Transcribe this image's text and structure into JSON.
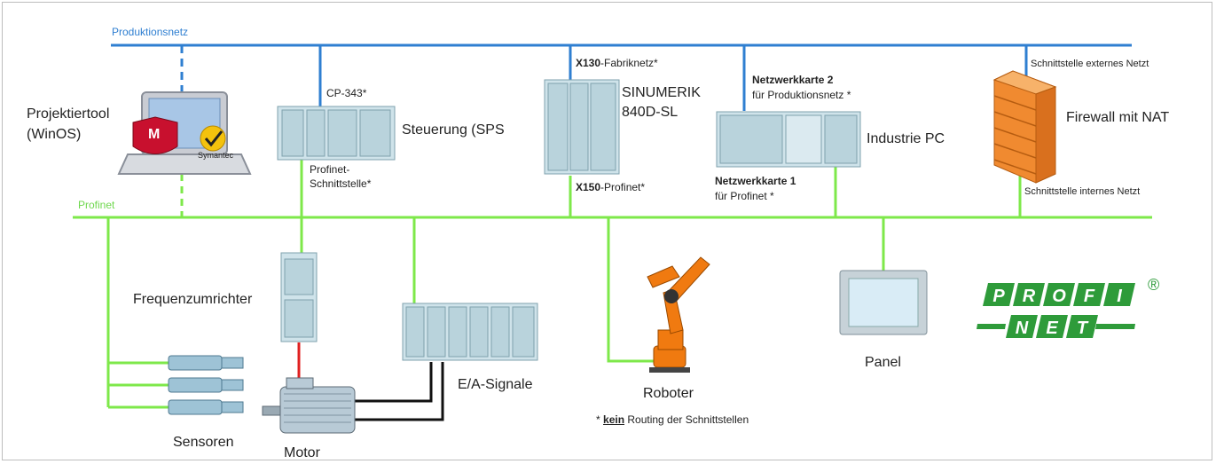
{
  "networks": {
    "production": {
      "label": "Produktionsnetz",
      "color": "#2f7fd1"
    },
    "profinet": {
      "label": "Profinet",
      "color": "#7ee84a"
    }
  },
  "devices": {
    "laptop": {
      "label_line1": "Projektiertool",
      "label_line2": "(WinOS)",
      "badge1": "M",
      "badge2": "Symantec"
    },
    "plc": {
      "top_label": "CP-343*",
      "name": "Steuerung (SPS",
      "bottom_label_line1": "Profinet-",
      "bottom_label_line2": "Schnittstelle*"
    },
    "sinumerik": {
      "top_bold": "X130",
      "top_rest": "-Fabriknetz*",
      "name_line1": "SINUMERIK",
      "name_line2": "840D-SL",
      "bottom_bold": "X150",
      "bottom_rest": "-Profinet*"
    },
    "ipc": {
      "card2_bold": "Netzwerkkarte 2",
      "card2_sub": "für Produktionsnetz *",
      "name": "Industrie PC",
      "card1_bold": "Netzwerkkarte 1",
      "card1_sub": "für Profinet *"
    },
    "firewall": {
      "ext_label": "Schnittstelle externes Netzt",
      "name": "Firewall mit NAT",
      "int_label": "Schnittstelle internes Netzt"
    },
    "inverter": {
      "name": "Frequenzumrichter"
    },
    "io": {
      "name": "E/A-Signale"
    },
    "robot": {
      "name": "Roboter"
    },
    "panel": {
      "name": "Panel"
    },
    "sensors": {
      "name": "Sensoren"
    },
    "motor": {
      "name": "Motor"
    }
  },
  "footnote": {
    "prefix": "* ",
    "bold": "kein",
    "rest": " Routing der Schnittstellen"
  },
  "logo": {
    "line1": [
      "P",
      "R",
      "O",
      "F",
      "I"
    ],
    "line2": [
      "N",
      "E",
      "T"
    ],
    "registered": "®",
    "color": "#2e9b3a"
  }
}
